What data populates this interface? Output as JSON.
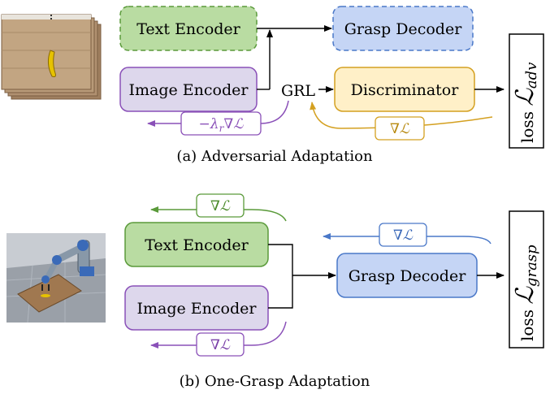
{
  "panel_a": {
    "caption": "(a) Adversarial Adaptation",
    "text_encoder": "Text Encoder",
    "grasp_decoder": "Grasp Decoder",
    "image_encoder": "Image Encoder",
    "grl": "GRL",
    "discriminator": "Discriminator",
    "grad_reversed": "−λ",
    "grad_reversed_sub": "r",
    "grad_reversed_tail": "∇ℒ",
    "grad": "∇ℒ",
    "loss_prefix": "loss",
    "loss_symbol": "ℒ",
    "loss_sub": "adv"
  },
  "panel_b": {
    "caption": "(b) One-Grasp Adaptation",
    "text_encoder": "Text Encoder",
    "image_encoder": "Image Encoder",
    "grasp_decoder": "Grasp Decoder",
    "grad_text": "∇ℒ",
    "grad_image": "∇ℒ",
    "grad_decoder": "∇ℒ",
    "loss_prefix": "loss",
    "loss_symbol": "ℒ",
    "loss_sub": "grasp"
  },
  "colors": {
    "green_fill": "#b9dca2",
    "green_stroke": "#5a9a3a",
    "blue_fill": "#c5d5f5",
    "blue_stroke": "#4a78c8",
    "purple_fill": "#ddd7ec",
    "purple_stroke": "#8a50b8",
    "yellow_fill": "#fff0c8",
    "yellow_stroke": "#d4a020"
  }
}
